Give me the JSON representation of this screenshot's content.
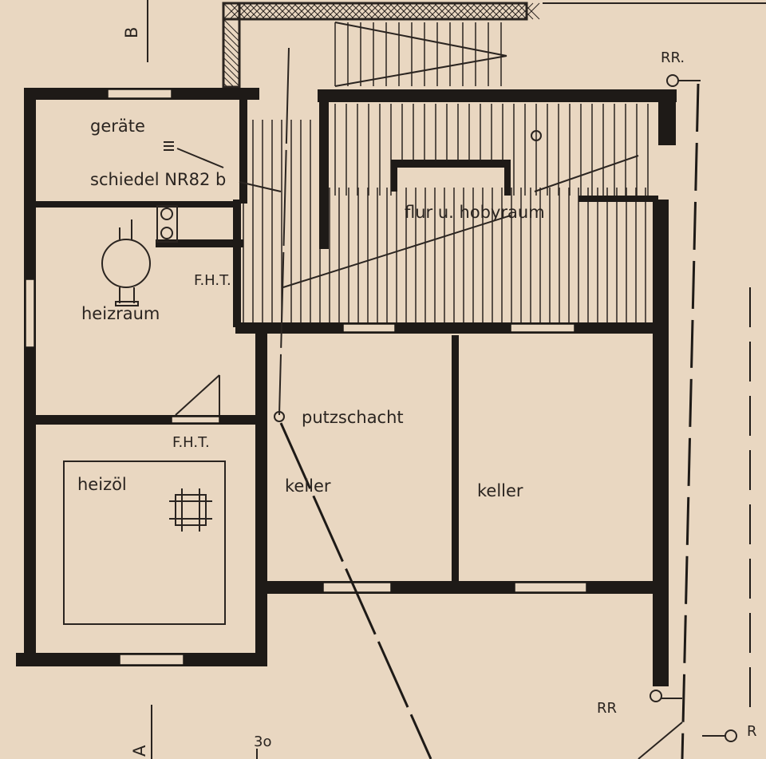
{
  "section_marks": {
    "top": "B",
    "bottom": "A"
  },
  "rooms": {
    "geraete": "geräte",
    "chimney": "schiedel NR82 b",
    "flur": "flur u. hobyraum",
    "heizraum": "heizraum",
    "heizoel": "heizöl",
    "putzschacht": "putzschacht",
    "keller_left": "keller",
    "keller_right": "keller"
  },
  "annotations": {
    "fht_upper": "F.H.T.",
    "fht_lower": "F.H.T.",
    "rr_top": "RR.",
    "rr_bottom": "RR",
    "r_bottom_right": "R",
    "dimension": "3o"
  },
  "colors": {
    "paper": "#e9d7c1",
    "ink": "#1e1a17"
  }
}
